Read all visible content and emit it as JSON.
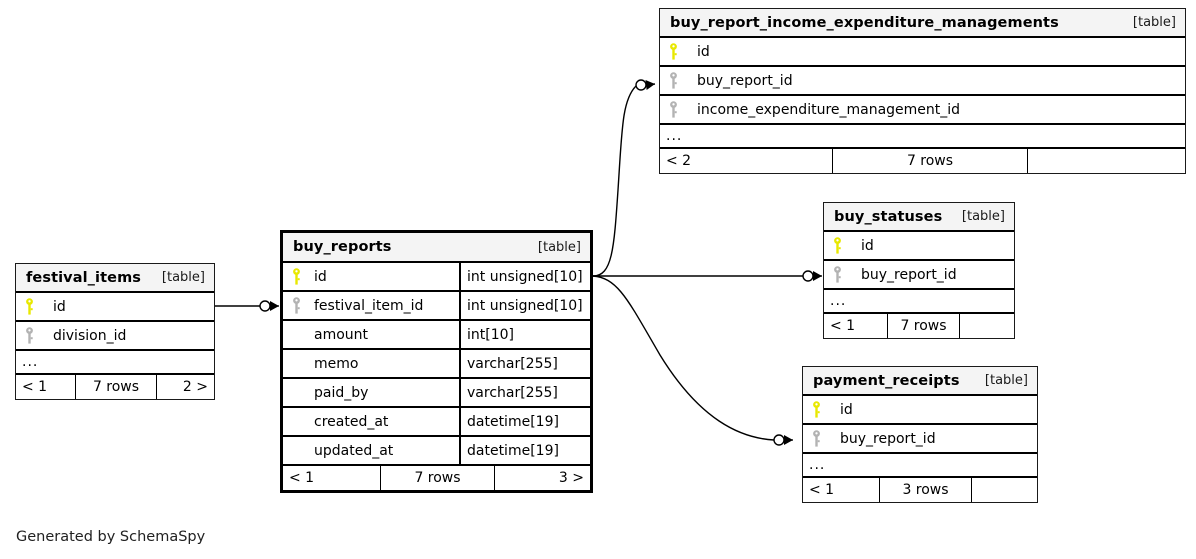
{
  "diagram": {
    "caption": "Generated by SchemaSpy",
    "table_kind_label": "[table]",
    "ellipsis": "...",
    "colors": {
      "primary_key_icon": "#e8e800",
      "foreign_key_icon": "#b3b3b3",
      "header_background": "#f4f4f4",
      "border": "#000000",
      "page_background": "#ffffff"
    }
  },
  "tables": [
    {
      "id": "festival_items",
      "name": "festival_items",
      "kind": "[table]",
      "columns": [
        {
          "name": "id",
          "key": "primary",
          "type": ""
        },
        {
          "name": "division_id",
          "key": "foreign",
          "type": ""
        }
      ],
      "has_ellipsis": true,
      "footer": {
        "left": "< 1",
        "center": "7 rows",
        "right": "2 >"
      }
    },
    {
      "id": "buy_reports",
      "name": "buy_reports",
      "kind": "[table]",
      "focal": true,
      "columns": [
        {
          "name": "id",
          "key": "primary",
          "type": "int unsigned[10]"
        },
        {
          "name": "festival_item_id",
          "key": "foreign",
          "type": "int unsigned[10]"
        },
        {
          "name": "amount",
          "key": "none",
          "type": "int[10]"
        },
        {
          "name": "memo",
          "key": "none",
          "type": "varchar[255]"
        },
        {
          "name": "paid_by",
          "key": "none",
          "type": "varchar[255]"
        },
        {
          "name": "created_at",
          "key": "none",
          "type": "datetime[19]"
        },
        {
          "name": "updated_at",
          "key": "none",
          "type": "datetime[19]"
        }
      ],
      "has_ellipsis": false,
      "footer": {
        "left": "< 1",
        "center": "7 rows",
        "right": "3 >"
      }
    },
    {
      "id": "buy_report_income_expenditure_managements",
      "name": "buy_report_income_expenditure_managements",
      "kind": "[table]",
      "columns": [
        {
          "name": "id",
          "key": "primary",
          "type": ""
        },
        {
          "name": "buy_report_id",
          "key": "foreign",
          "type": ""
        },
        {
          "name": "income_expenditure_management_id",
          "key": "foreign",
          "type": ""
        }
      ],
      "has_ellipsis": true,
      "footer": {
        "left": "< 2",
        "center": "7 rows",
        "right": ""
      }
    },
    {
      "id": "buy_statuses",
      "name": "buy_statuses",
      "kind": "[table]",
      "columns": [
        {
          "name": "id",
          "key": "primary",
          "type": ""
        },
        {
          "name": "buy_report_id",
          "key": "foreign",
          "type": ""
        }
      ],
      "has_ellipsis": true,
      "footer": {
        "left": "< 1",
        "center": "7 rows",
        "right": ""
      }
    },
    {
      "id": "payment_receipts",
      "name": "payment_receipts",
      "kind": "[table]",
      "columns": [
        {
          "name": "id",
          "key": "primary",
          "type": ""
        },
        {
          "name": "buy_report_id",
          "key": "foreign",
          "type": ""
        }
      ],
      "has_ellipsis": true,
      "footer": {
        "left": "< 1",
        "center": "3 rows",
        "right": ""
      }
    }
  ],
  "relationships": [
    {
      "from": "festival_items.id",
      "to": "buy_reports.festival_item_id"
    },
    {
      "from": "buy_reports.id",
      "to": "buy_report_income_expenditure_managements.buy_report_id"
    },
    {
      "from": "buy_reports.id",
      "to": "buy_statuses.buy_report_id"
    },
    {
      "from": "buy_reports.id",
      "to": "payment_receipts.buy_report_id"
    }
  ]
}
